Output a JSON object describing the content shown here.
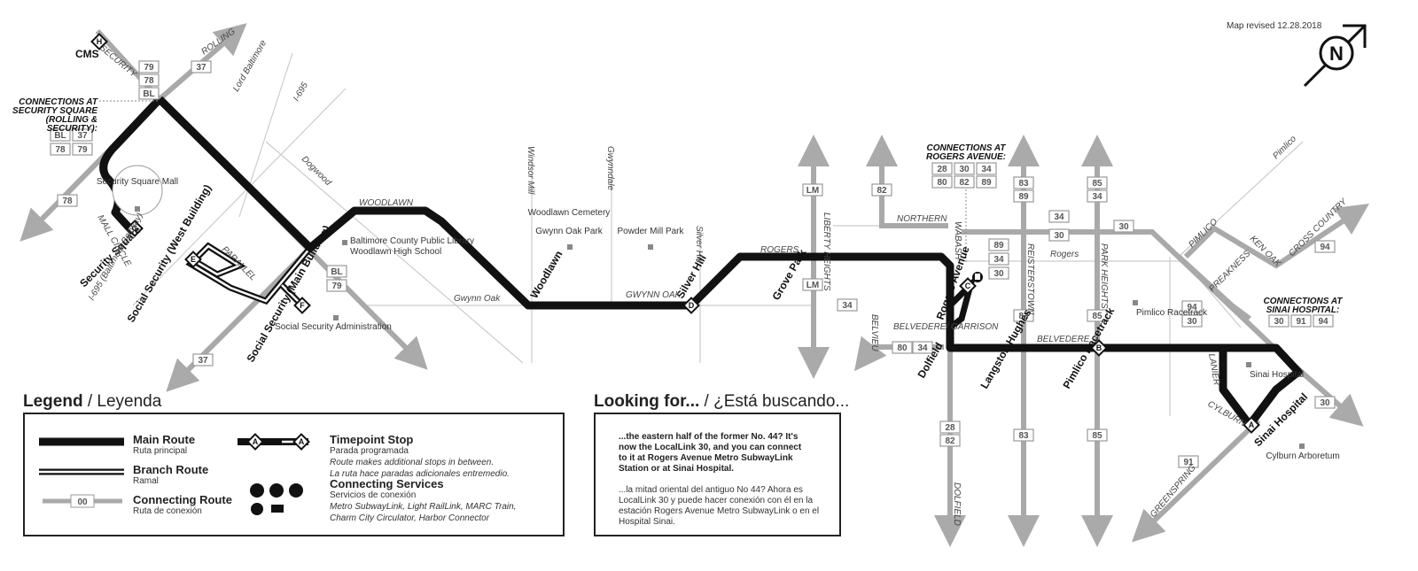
{
  "revised": "Map revised 12.28.2018",
  "compass_letter": "N",
  "connections": {
    "security_square": {
      "header": [
        "CONNECTIONS AT",
        "SECURITY SQUARE",
        "(ROLLING &",
        "SECURITY):"
      ],
      "routes": [
        "BL",
        "37",
        "78",
        "79"
      ]
    },
    "rogers_avenue": {
      "header": [
        "CONNECTIONS AT",
        "ROGERS AVENUE:"
      ],
      "routes": [
        "28",
        "30",
        "34",
        "80",
        "82",
        "89"
      ]
    },
    "sinai_hospital": {
      "header": [
        "CONNECTIONS AT",
        "SINAI HOSPITAL:"
      ],
      "routes": [
        "30",
        "91",
        "94"
      ]
    }
  },
  "timepoints": [
    {
      "letter": "H",
      "name": "CMS"
    },
    {
      "letter": "G",
      "name": "Security Square"
    },
    {
      "letter": "E",
      "name": "Social Security (West Building)"
    },
    {
      "letter": "F",
      "name": "Social Security (Main Building)"
    },
    {
      "letter": "D",
      "name": "Silver Hill"
    },
    {
      "letter": "C",
      "name": "Rogers Avenue"
    },
    {
      "letter": "B",
      "name": "Pimlico Racetrack"
    },
    {
      "letter": "A",
      "name": "Sinai Hospital"
    }
  ],
  "stops": [
    "Woodlawn",
    "Grove Park",
    "Dolfield",
    "Langston Hughes"
  ],
  "places": [
    "Security Square Mall",
    "Baltimore County Public Library",
    "Woodlawn High School",
    "Social Security Administration",
    "Woodlawn Cemetery",
    "Gwynn Oak Park",
    "Powder Mill Park",
    "Pimlico Racetrack",
    "Sinai Hospital",
    "Cylburn Arboretum"
  ],
  "streets": [
    "SECURITY",
    "ROLLING",
    "Lord Baltimore",
    "I-695",
    "Dogwood",
    "I-695 (Baltimore Beltway)",
    "MALL CIRCLE",
    "PARALLEL",
    "WOODLAWN",
    "Windsor Mill",
    "Gwynndale",
    "Gwynn Oak",
    "GWYNN OAK",
    "Silver Hill",
    "ROGERS",
    "Rogers",
    "LIBERTY HEIGHTS",
    "NORTHERN",
    "WABASH",
    "BELVIEU",
    "BELVEDERE/ GARRISON",
    "BELVEDERE",
    "REISTERSTOWN",
    "PARK HEIGHTS",
    "PIMLICO",
    "Pimlico",
    "KEN OAK",
    "CROSS COUNTRY",
    "PREAKNESS",
    "LANIER",
    "CYLBURN",
    "GREENSPRING",
    "DOLFIELD"
  ],
  "route_boxes": [
    "79",
    "78",
    "BL",
    "37",
    "78",
    "BL",
    "79",
    "37",
    "LM",
    "LM",
    "34",
    "82",
    "80",
    "34",
    "89",
    "83",
    "89",
    "34",
    "30",
    "83",
    "83",
    "85",
    "34",
    "85",
    "85",
    "34",
    "30",
    "30",
    "94",
    "30",
    "94",
    "28",
    "82",
    "91",
    "30"
  ],
  "legend": {
    "title": "Legend",
    "title_es": "Leyenda",
    "items": [
      {
        "h": "Main Route",
        "s": "Ruta principal"
      },
      {
        "h": "Branch Route",
        "s": "Ramal"
      },
      {
        "h": "Connecting Route",
        "s": "Ruta de conexión",
        "sample": "00"
      },
      {
        "h": "Timepoint Stop",
        "s": "Parada programada",
        "i": "Route makes additional stops in between.",
        "i2": "La ruta hace paradas adicionales entremedio.",
        "sample": "A"
      },
      {
        "h": "Connecting Services",
        "s": "Servicios de conexión",
        "i": "Metro SubwayLink, Light RailLink, MARC Train,",
        "i2": "Charm City Circulator, Harbor Connector"
      }
    ]
  },
  "looking": {
    "title": "Looking for...",
    "title_es": "¿Está buscando...",
    "en": [
      "...the eastern half of the former No. 44? It's",
      "now the LocalLink 30, and you can connect",
      "to it at Rogers Avenue Metro SubwayLink",
      "Station or at Sinai Hospital."
    ],
    "es": [
      "...la mitad oriental del antiguo No 44? Ahora es",
      "LocalLink 30 y puede hacer conexión con él en la",
      "estación Rogers Avenue Metro SubwayLink o en el",
      "Hospital Sinai."
    ]
  }
}
